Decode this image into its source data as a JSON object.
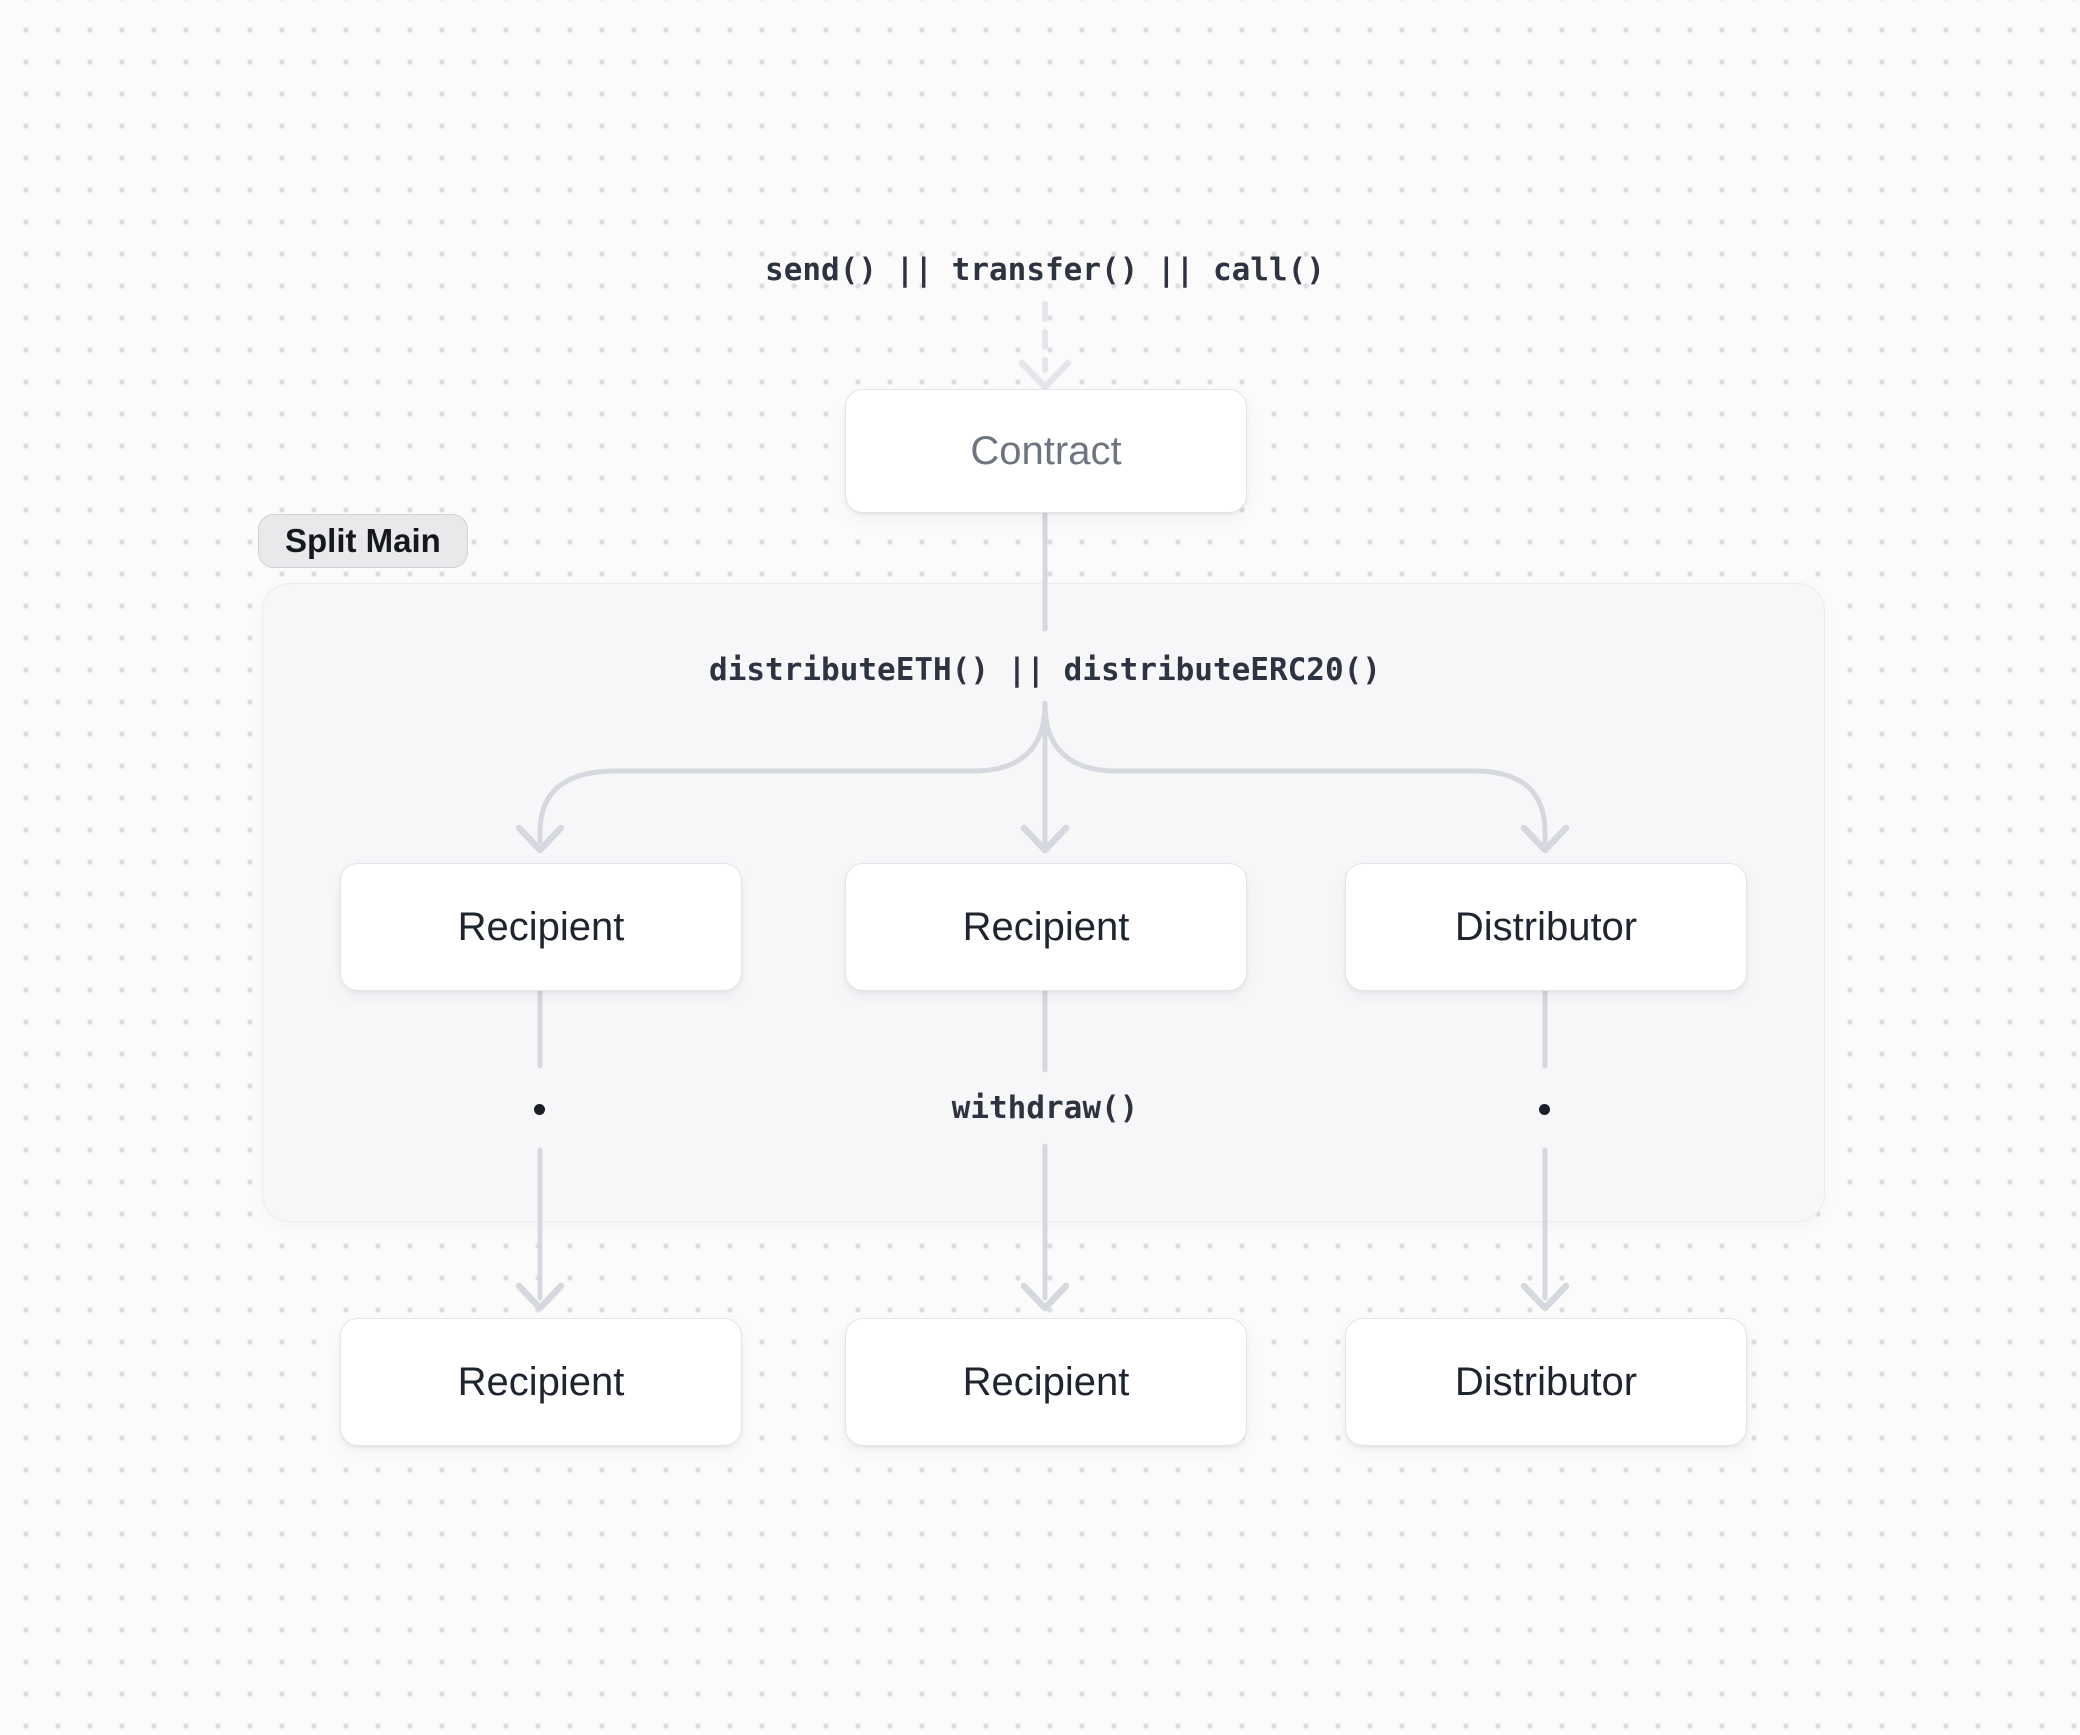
{
  "labels": {
    "entry_call": "send() || transfer() || call()",
    "distribute_call": "distributeETH() || distributeERC20()",
    "withdraw_call": "withdraw()",
    "group_badge": "Split Main"
  },
  "nodes": {
    "contract": "Contract",
    "top_row": [
      "Recipient",
      "Recipient",
      "Distributor"
    ],
    "bottom_row": [
      "Recipient",
      "Recipient",
      "Distributor"
    ]
  },
  "icons": {
    "recursion_bullets": "ellipsis-dot"
  },
  "colors": {
    "page_bg": "#fbfbfb",
    "dot_grid": "#dcdee2",
    "container_bg": "#f7f7f9",
    "container_border": "#eaebee",
    "node_bg": "#ffffff",
    "node_border": "#e3e5e9",
    "node_text_dark": "#1f2530",
    "contract_text": "#6e7480",
    "code_text": "#2d3340",
    "line": "#d5d8df",
    "dashed_line": "#e4e6eb",
    "badge_bg": "#e9e9eb",
    "badge_border": "#cfd1d5",
    "badge_text": "#15181f",
    "bullet": "#1b1e26"
  }
}
